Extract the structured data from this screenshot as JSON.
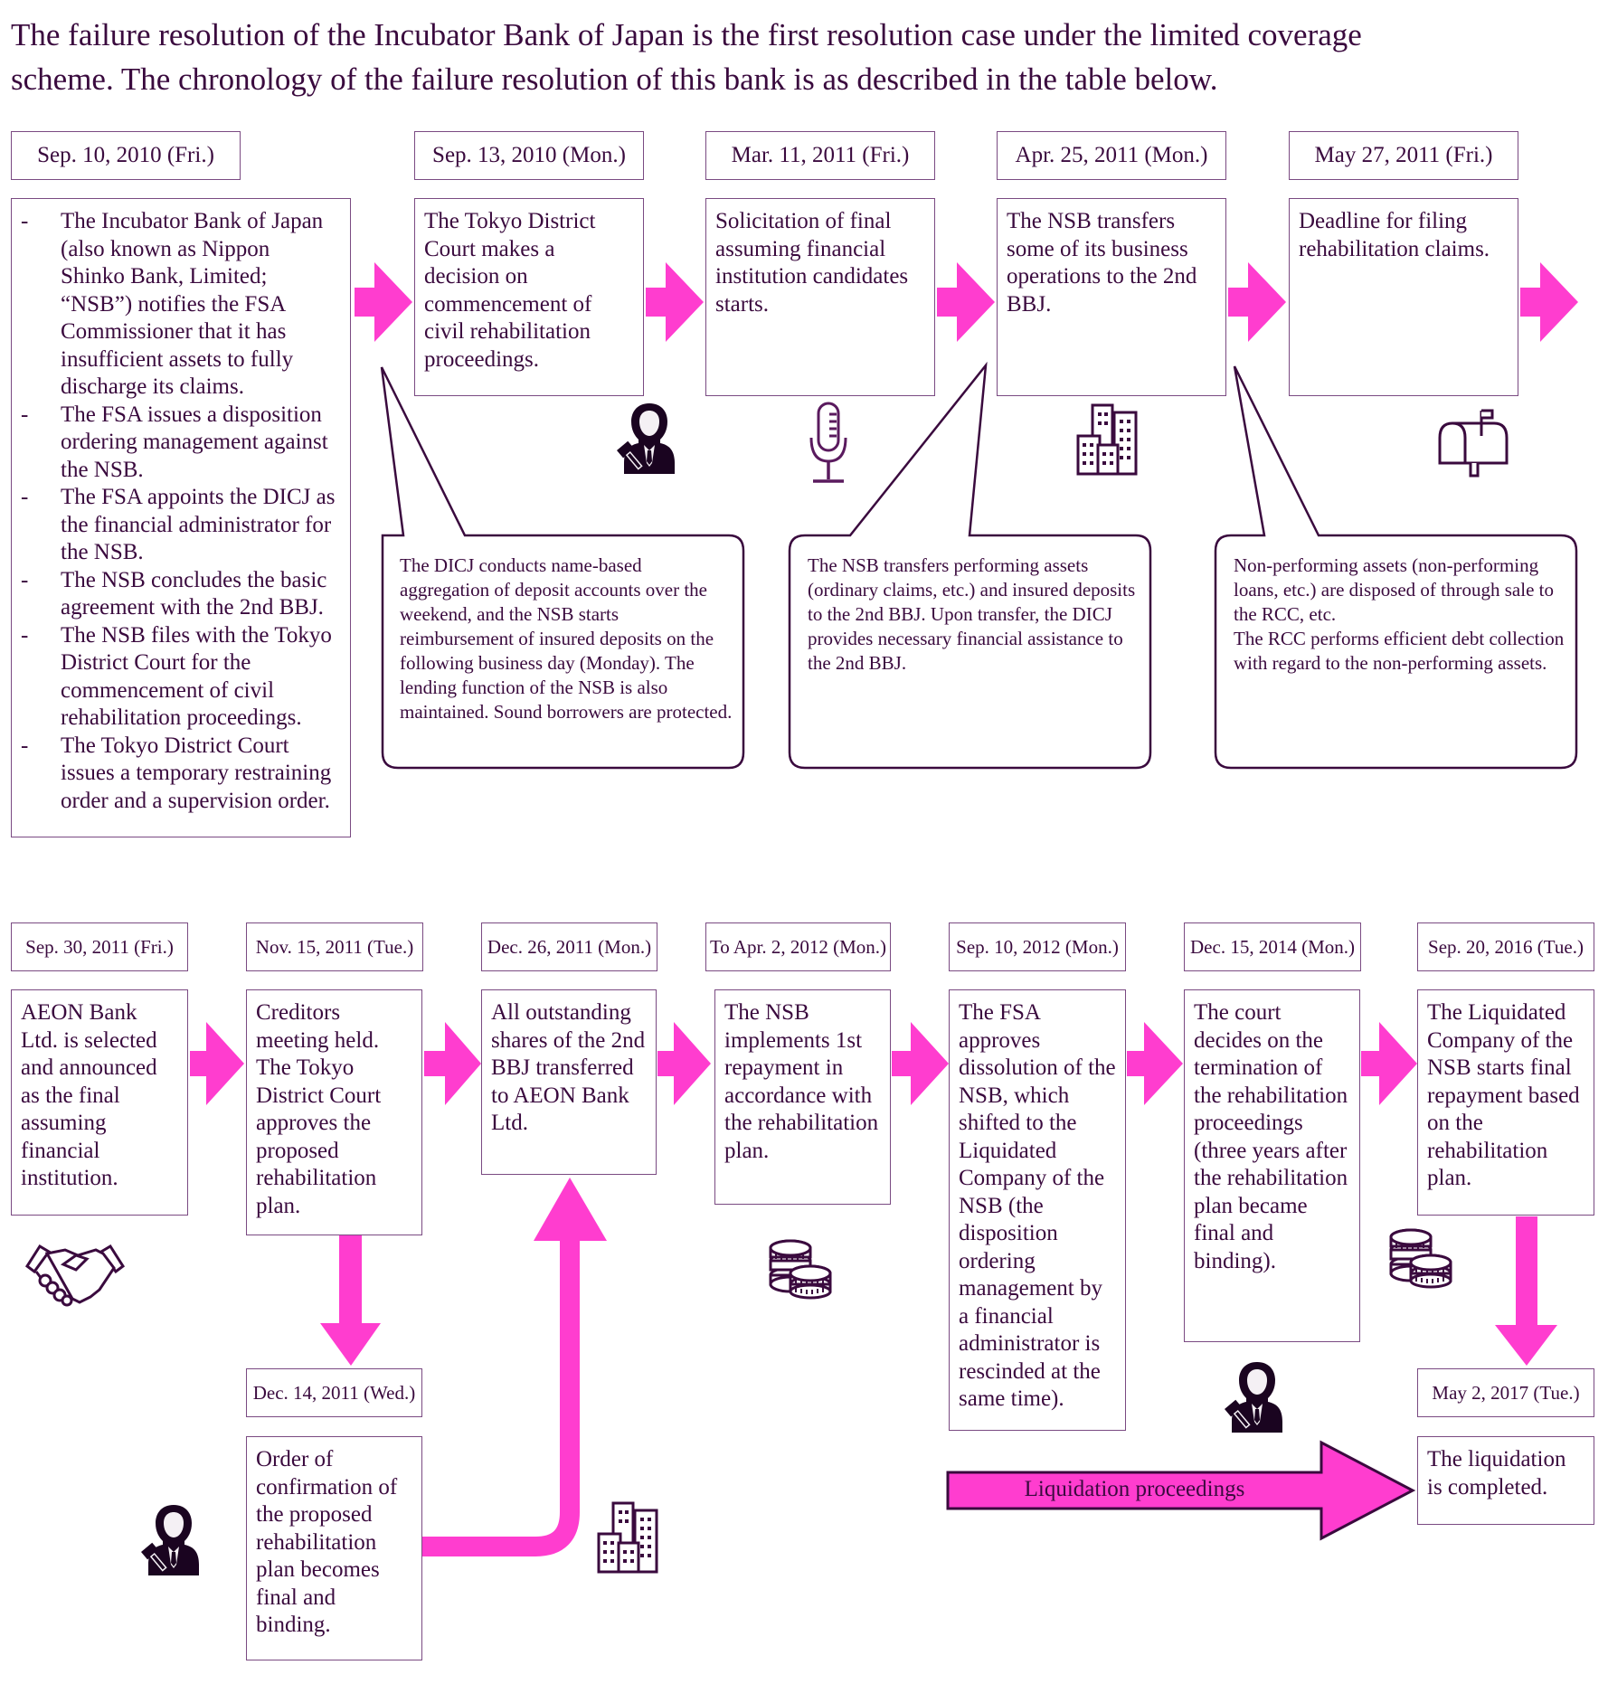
{
  "intro": {
    "line1": "The failure resolution of the Incubator Bank of Japan is the first resolution case under the limited coverage",
    "line2": "scheme. The chronology of the failure resolution of this bank is as described in the table below."
  },
  "colors": {
    "accent": "#ff3dcf",
    "text": "#3a0a3e",
    "border": "#7a4a82"
  },
  "row1": [
    {
      "date": "Sep. 10, 2010 (Fri.)",
      "bullets": [
        "The Incubator Bank of Japan (also known as Nippon Shinko Bank, Limited; “NSB”) notifies the FSA Commissioner that it has insufficient assets to fully discharge its claims.",
        "The FSA issues a disposition ordering management against the NSB.",
        "The FSA appoints the DICJ as the financial administrator for the NSB.",
        "The NSB concludes the basic agreement with the 2nd BBJ.",
        "The NSB files with the Tokyo District Court for the commencement of civil rehabilitation proceedings.",
        "The Tokyo District Court issues a temporary restraining order and a supervision order."
      ]
    },
    {
      "date": "Sep. 13, 2010 (Mon.)",
      "text": "The Tokyo District Court makes a decision on commencement of civil rehabilitation proceedings.",
      "icon": "judge-icon"
    },
    {
      "date": "Mar. 11, 2011 (Fri.)",
      "text": "Solicitation of final assuming financial institution candidates starts.",
      "icon": "microphone-icon"
    },
    {
      "date": "Apr. 25, 2011 (Mon.)",
      "text": "The NSB transfers some of its business operations to the 2nd BBJ.",
      "icon": "buildings-icon"
    },
    {
      "date": "May 27, 2011 (Fri.)",
      "text": "Deadline for filing rehabilitation claims.",
      "icon": "mailbox-icon"
    }
  ],
  "callouts": [
    "The DICJ conducts name-based aggregation of deposit accounts over the weekend, and the NSB starts reimbursement of insured deposits on the following business day (Monday). The lending function of the NSB is also maintained. Sound borrowers are protected.",
    "The NSB transfers performing assets (ordinary claims, etc.) and insured deposits to the 2nd BBJ. Upon transfer, the DICJ provides necessary financial assistance to the 2nd BBJ.",
    "Non-performing assets (non-performing loans, etc.) are disposed of through sale to the RCC, etc.\nThe RCC performs efficient debt collection with regard to the non-performing assets."
  ],
  "row2": [
    {
      "date": "Sep. 30, 2011 (Fri.)",
      "text": "AEON Bank Ltd. is selected and announced as the final assuming financial institution.",
      "icon": "handshake-icon"
    },
    {
      "date": "Nov. 15, 2011 (Tue.)",
      "text": "Creditors meeting held. The Tokyo District Court approves the proposed rehabilitation plan."
    },
    {
      "date": "Dec. 26, 2011 (Mon.)",
      "text": "All outstanding shares of the 2nd BBJ transferred to AEON Bank Ltd."
    },
    {
      "date": "To Apr. 2, 2012 (Mon.)",
      "text": "The NSB implements 1st repayment in accordance with the rehabilitation plan.",
      "icon": "coins-icon"
    },
    {
      "date": "Sep. 10, 2012 (Mon.)",
      "text": "The FSA approves dissolution of the NSB, which shifted to the Liquidated Company of the NSB (the disposition ordering management by a financial administrator is rescinded at the same time)."
    },
    {
      "date": "Dec. 15, 2014 (Mon.)",
      "text": "The court decides on the termination of the rehabilitation proceedings (three years after the rehabilitation plan became final and binding).",
      "icon": "judge-icon"
    },
    {
      "date": "Sep. 20, 2016 (Tue.)",
      "text": "The Liquidated Company of the NSB starts final repayment based on the rehabilitation plan.",
      "icon": "coins-icon"
    }
  ],
  "branch": {
    "date": "Dec. 14, 2011 (Wed.)",
    "text": "Order of confirmation of the proposed rehabilitation plan becomes final and binding.",
    "icons": [
      "judge-icon",
      "buildings-icon"
    ]
  },
  "final": {
    "date": "May 2, 2017 (Tue.)",
    "text": "The liquidation is completed."
  },
  "liquidation_arrow_label": "Liquidation proceedings"
}
